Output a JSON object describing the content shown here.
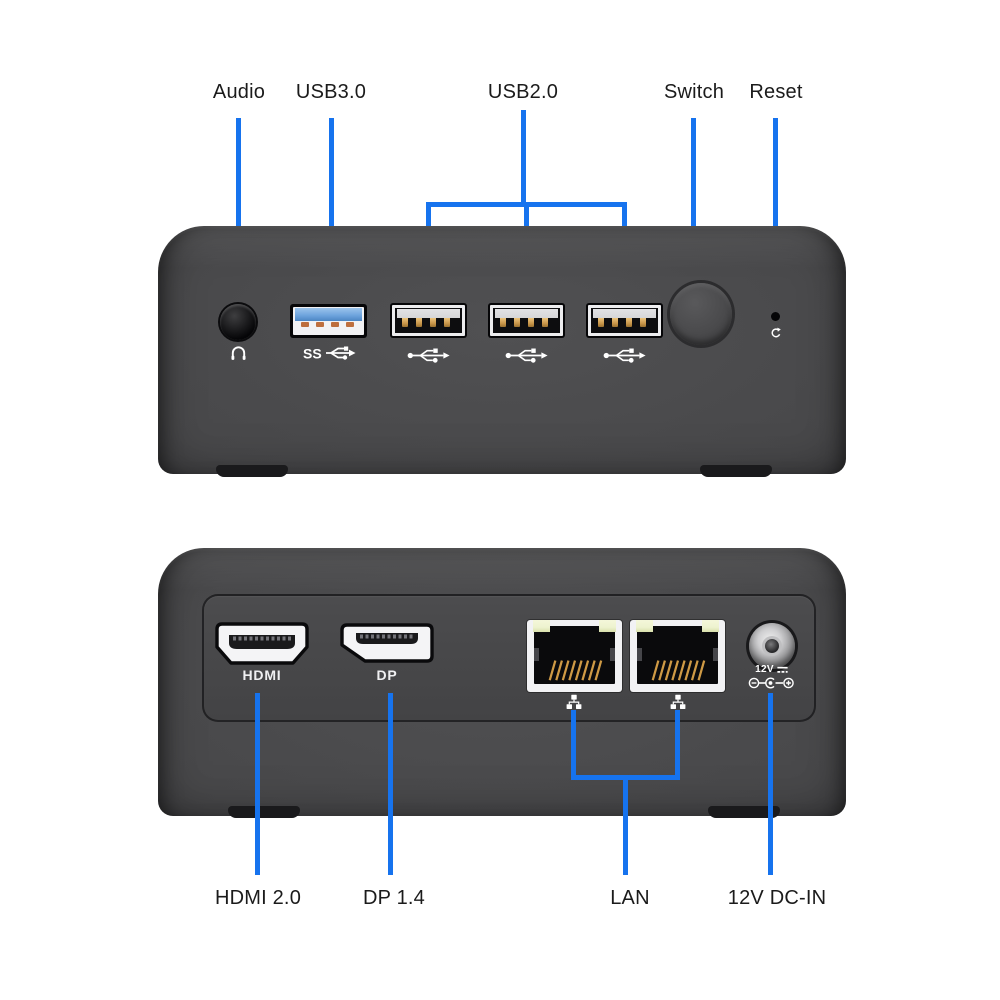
{
  "device": {
    "type": "mini-pc-port-diagram",
    "views": [
      "front",
      "rear"
    ]
  },
  "front": {
    "callouts": [
      {
        "label": "Audio",
        "target": "audio-jack"
      },
      {
        "label": "USB3.0",
        "target": "usb3-port"
      },
      {
        "label": "USB2.0",
        "target": "usb2-ports"
      },
      {
        "label": "Switch",
        "target": "power-button"
      },
      {
        "label": "Reset",
        "target": "reset-pinhole"
      }
    ],
    "usb3_marking": "SS",
    "usb2_port_count": 3
  },
  "rear": {
    "callouts": [
      {
        "label": "HDMI 2.0",
        "target": "hdmi-port"
      },
      {
        "label": "DP 1.4",
        "target": "dp-port"
      },
      {
        "label": "LAN",
        "target": "lan-ports"
      },
      {
        "label": "12V DC-IN",
        "target": "dc-jack"
      }
    ],
    "port_markings": {
      "hdmi": "HDMI",
      "dp": "DP",
      "dc_voltage": "12V"
    },
    "lan_port_count": 2
  },
  "icons": {
    "headphone": "headphone-icon",
    "superspeed_usb": "ss-usb-icon",
    "usb": "usb-trident-icon",
    "reset": "reset-arrow-icon",
    "network": "lan-network-icon",
    "dc_symbol": "dc-voltage-icon",
    "dc_polarity": "dc-polarity-icon"
  },
  "colors": {
    "callout_blue": "#1673EE",
    "chassis_gray": "#48484A",
    "chassis_edge": "#2E2E30",
    "usb3_blue": "#6FA5DE",
    "usb2_tongue": "#D6D6D8",
    "pin_gold": "#C9964A",
    "pin_orange": "#BE6F3E",
    "led_pale": "#EEF3CF",
    "port_white": "#F2F2F4",
    "label_black": "#1B1B1B"
  }
}
